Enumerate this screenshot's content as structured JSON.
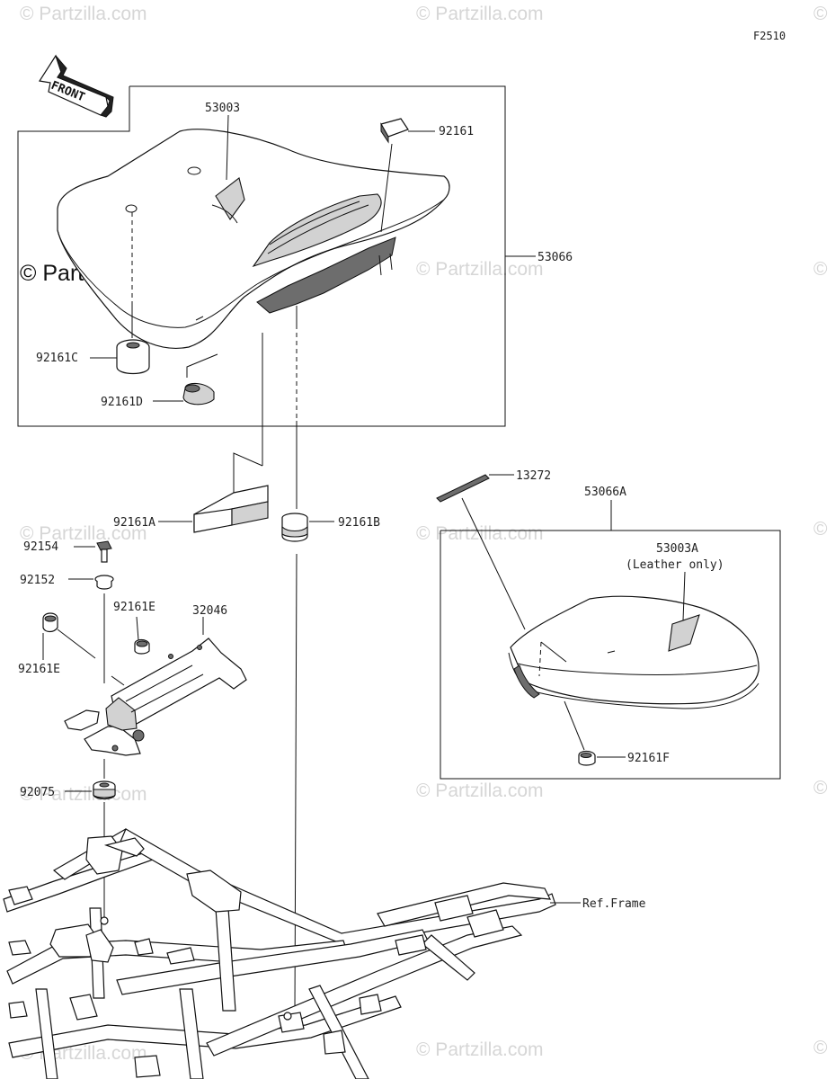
{
  "sheet": {
    "code": "F2510"
  },
  "front_arrow": {
    "label": "FRONT"
  },
  "watermarks": {
    "small": "© Partzilla.com",
    "small_left": "© Partzilla.com",
    "copyright": "©",
    "big": "© Partzilla.com"
  },
  "parts": {
    "p53003": "53003",
    "p92161": "92161",
    "p53066": "53066",
    "p92161C": "92161C",
    "p92161D": "92161D",
    "p92161A": "92161A",
    "p92161B": "92161B",
    "p92154": "92154",
    "p92152": "92152",
    "p92161E_top": "92161E",
    "p32046": "32046",
    "p92161E_left": "92161E",
    "p92075": "92075",
    "p13272": "13272",
    "p53066A": "53066A",
    "p53003A": "53003A",
    "p53003A_note": "(Leather only)",
    "p92161F": "92161F",
    "ref_frame": "Ref.Frame"
  }
}
